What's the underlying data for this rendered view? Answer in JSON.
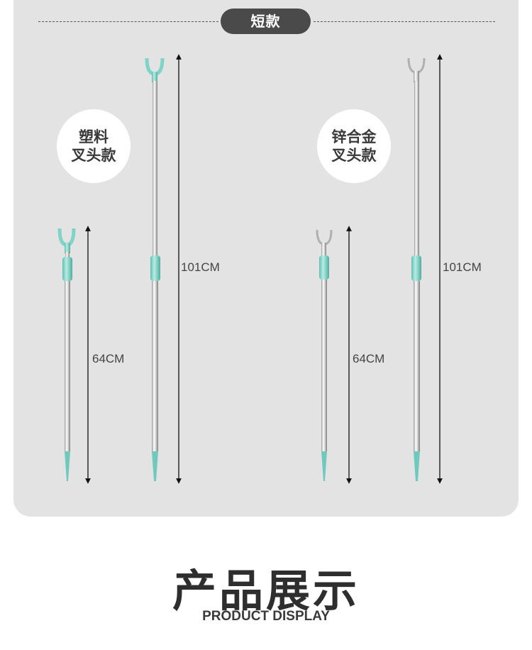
{
  "header": {
    "label": "短款"
  },
  "groups": [
    {
      "badge_lines": [
        "塑料",
        "叉头款"
      ],
      "short_length": "64CM",
      "long_length": "101CM",
      "head": "plastic"
    },
    {
      "badge_lines": [
        "锌合金",
        "叉头款"
      ],
      "short_length": "64CM",
      "long_length": "101CM",
      "head": "alloy"
    }
  ],
  "footer": {
    "title": "产品展示",
    "subtitle": "PRODUCT DISPLAY"
  },
  "colors": {
    "panel": "#e3e3e3",
    "accent": "#7fd3c8",
    "text": "#2e2e2e"
  }
}
